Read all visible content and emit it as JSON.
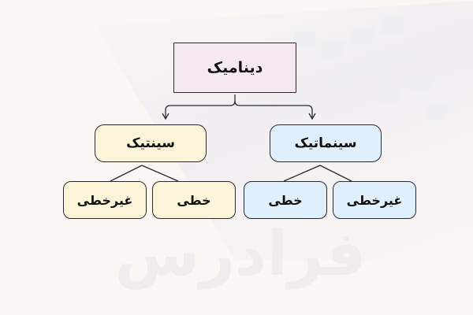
{
  "diagram": {
    "root": {
      "label": "دینامیک",
      "color": "#f5e8f3"
    },
    "branches": [
      {
        "label": "سینتیک",
        "color": "#fbf4d8",
        "children": [
          {
            "label": "خطی"
          },
          {
            "label": "غیرخطی"
          }
        ]
      },
      {
        "label": "سینماتیک",
        "color": "#e0effc",
        "children": [
          {
            "label": "خطی"
          },
          {
            "label": "غیرخطی"
          }
        ]
      }
    ]
  },
  "watermark": {
    "text": "فرادرس"
  }
}
